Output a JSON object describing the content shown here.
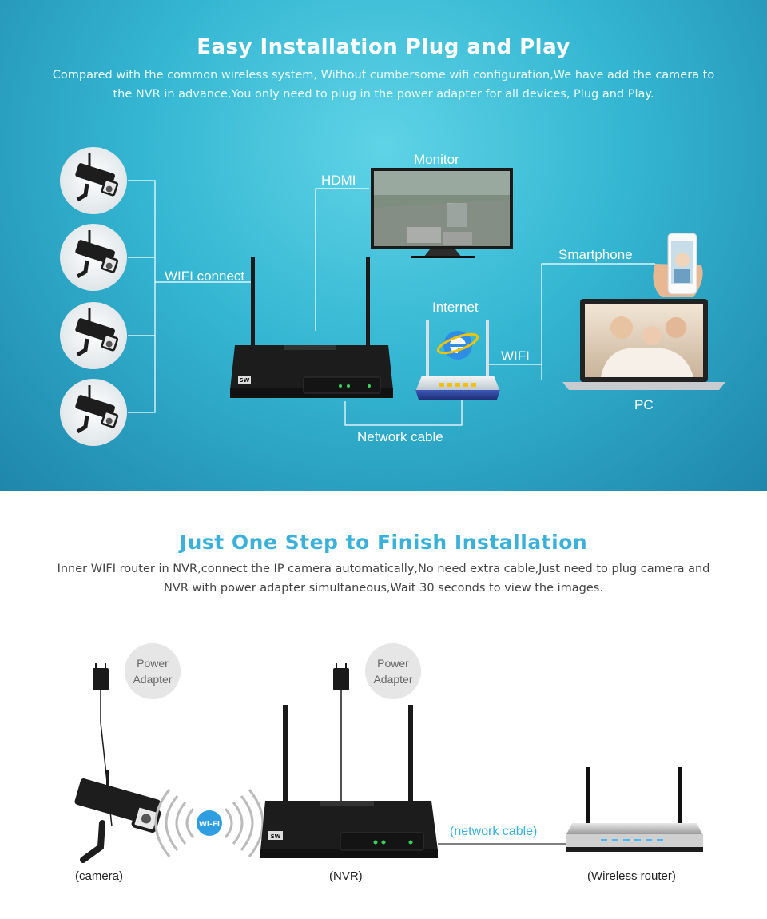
{
  "section1": {
    "title": "Easy Installation Plug and Play",
    "description": "Compared with the common wireless system, Without cumbersome wifi configuration,We have add the camera to the NVR in advance,You only need to plug in the power adapter for all devices, Plug and Play.",
    "labels": {
      "monitor": "Monitor",
      "hdmi": "HDMI",
      "smartphone": "Smartphone",
      "wifi_connect": "WIFI connect",
      "internet": "Internet",
      "wifi": "WIFI",
      "pc": "PC",
      "network_cable": "Network cable"
    },
    "nvr_brand": "SW"
  },
  "section2": {
    "title": "Just One Step to Finish Installation",
    "description": "Inner WIFI router in NVR,connect the IP camera automatically,No need extra cable,Just need to plug camera and NVR with power adapter simultaneous,Wait 30 seconds to view the images.",
    "power_adapter_line1": "Power",
    "power_adapter_line2": "Adapter",
    "wifi_badge": "Wi-Fi",
    "network_cable": "(network cable)",
    "camera": "(camera)",
    "nvr": "(NVR)",
    "router": "(Wireless router)",
    "nvr_brand": "SW"
  },
  "colors": {
    "top_background": "#34b6d2",
    "accent_title": "#3bb0d8",
    "line_white": "#ffffff",
    "device_black": "#1b1b1b"
  }
}
